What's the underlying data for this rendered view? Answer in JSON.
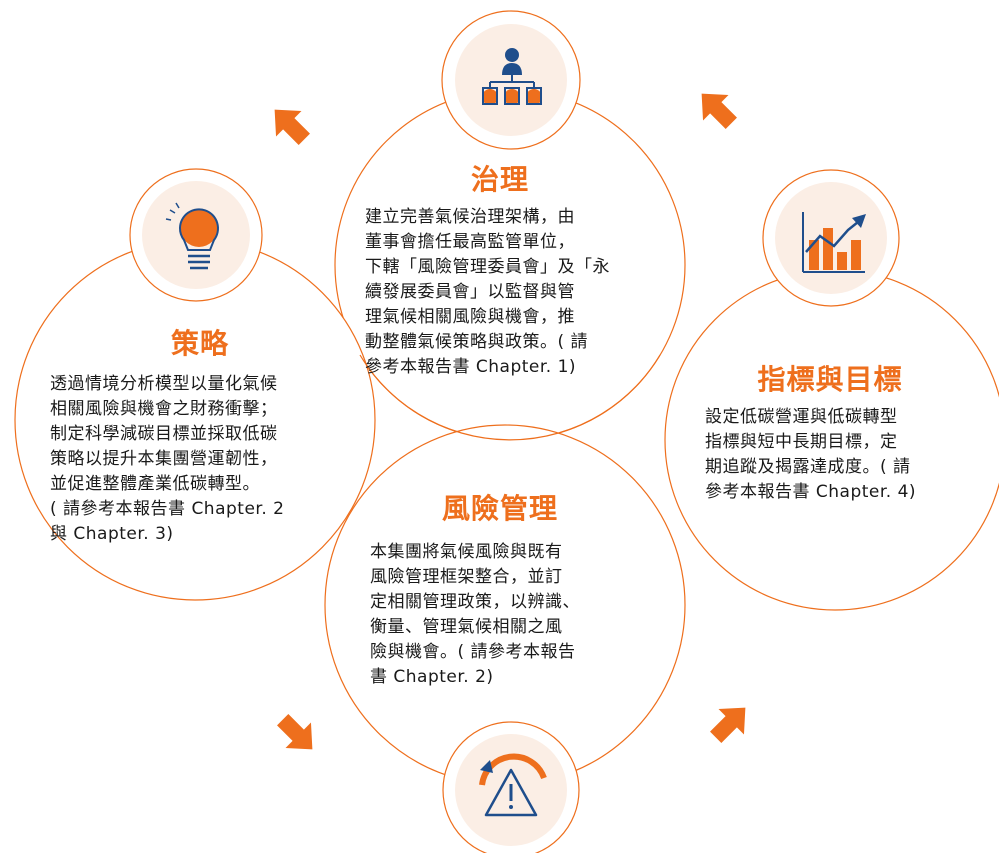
{
  "colors": {
    "accent": "#ee6f1d",
    "navy": "#1f4e8c",
    "ring": "#ee6f1d",
    "icon_bg": "#fbeee5",
    "text": "#1a1a1a"
  },
  "sections": {
    "governance": {
      "title": "治理",
      "body": "建立完善氣候治理架構，由\n董事會擔任最高監管單位，\n下轄「風險管理委員會」及「永\n續發展委員會」以監督與管\n理氣候相關風險與機會，推\n動整體氣候策略與政策。( 請\n參考本報告書 Chapter. 1)",
      "icon": "org-chart-icon"
    },
    "strategy": {
      "title": "策略",
      "body": "透過情境分析模型以量化氣候\n相關風險與機會之財務衝擊；\n制定科學減碳目標並採取低碳\n策略以提升本集團營運韌性，\n並促進整體產業低碳轉型。\n( 請參考本報告書 Chapter. 2\n與 Chapter. 3)",
      "icon": "lightbulb-icon"
    },
    "risk_management": {
      "title": "風險管理",
      "body": "本集團將氣候風險與既有\n風險管理框架整合，並訂\n定相關管理政策，以辨識、\n衡量、管理氣候相關之風\n險與機會。( 請參考本報告\n書 Chapter. 2)",
      "icon": "warning-gauge-icon"
    },
    "metrics_targets": {
      "title": "指標與目標",
      "body": "設定低碳營運與低碳轉型\n指標與短中長期目標，定\n期追蹤及揭露達成度。( 請\n參考本報告書 Chapter. 4)",
      "icon": "growth-chart-icon"
    }
  },
  "arrows": [
    {
      "name": "arrow-down-left-icon",
      "direction": "down-left"
    },
    {
      "name": "arrow-up-left-icon",
      "direction": "up-left"
    },
    {
      "name": "arrow-down-right-icon",
      "direction": "down-right"
    },
    {
      "name": "arrow-up-right-icon",
      "direction": "up-right"
    }
  ]
}
